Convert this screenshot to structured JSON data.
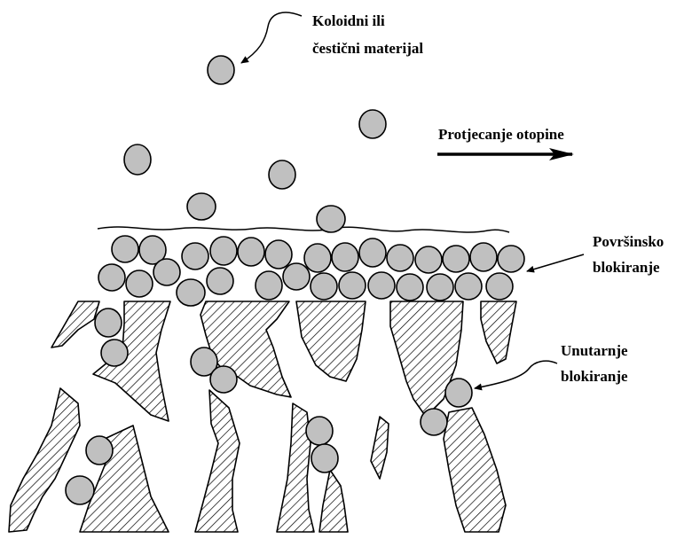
{
  "labels": {
    "colloid_line1": "Koloidni ili",
    "colloid_line2": "čestični materijal",
    "flow": "Protjecanje otopine",
    "surface_line1": "Površinsko",
    "surface_line2": "blokiranje",
    "internal_line1": "Unutarnje",
    "internal_line2": "blokiranje"
  },
  "colors": {
    "particle_fill": "#c0c0c0",
    "outline": "#000000",
    "background": "#ffffff"
  }
}
